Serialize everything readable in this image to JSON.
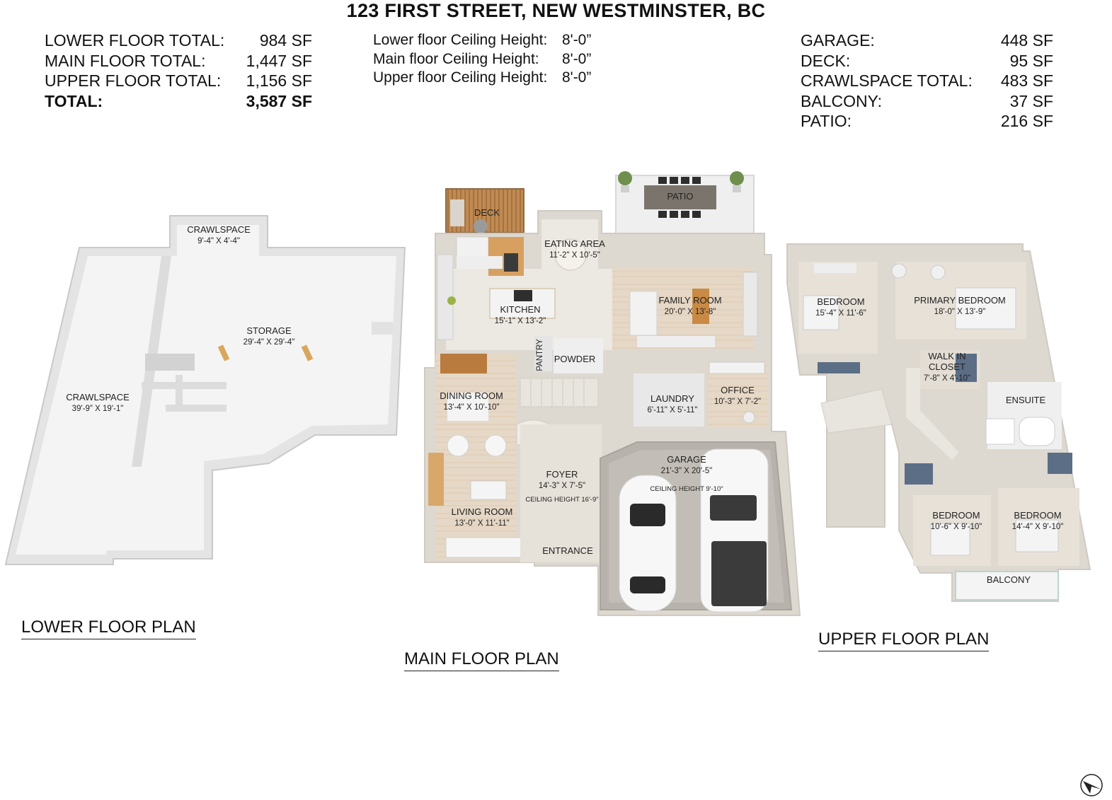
{
  "title": "123 FIRST STREET, NEW WESTMINSTER, BC",
  "floor_totals": [
    {
      "label": "LOWER FLOOR TOTAL:",
      "value": "984 SF",
      "bold": false
    },
    {
      "label": "MAIN FLOOR TOTAL:",
      "value": "1,447 SF",
      "bold": false
    },
    {
      "label": "UPPER FLOOR TOTAL:",
      "value": "1,156 SF",
      "bold": false
    },
    {
      "label": "TOTAL:",
      "value": "3,587 SF",
      "bold": true
    }
  ],
  "ceiling_heights": [
    {
      "label": "Lower floor Ceiling Height:",
      "value": "8'-0”"
    },
    {
      "label": "Main floor Ceiling Height:",
      "value": "8'-0”"
    },
    {
      "label": "Upper floor Ceiling Height:",
      "value": "8'-0”"
    }
  ],
  "other_areas": [
    {
      "label": "GARAGE:",
      "value": "448 SF"
    },
    {
      "label": "DECK:",
      "value": "95 SF"
    },
    {
      "label": "CRAWLSPACE TOTAL:",
      "value": "483 SF"
    },
    {
      "label": "BALCONY:",
      "value": "37 SF"
    },
    {
      "label": "PATIO:",
      "value": "216 SF"
    }
  ],
  "plan_titles": {
    "lower": "LOWER FLOOR PLAN",
    "main": "MAIN FLOOR PLAN",
    "upper": "UPPER FLOOR PLAN"
  },
  "rooms": {
    "lower": {
      "crawlspace_top": {
        "name": "CRAWLSPACE",
        "dim": "9'-4\" X 4'-4\""
      },
      "storage": {
        "name": "STORAGE",
        "dim": "29'-4\" X 29'-4\""
      },
      "crawlspace_left": {
        "name": "CRAWLSPACE",
        "dim": "39'-9\" X 19'-1\""
      }
    },
    "main": {
      "deck": {
        "name": "DECK"
      },
      "patio": {
        "name": "PATIO"
      },
      "eating_area": {
        "name": "EATING AREA",
        "dim": "11'-2\" X 10'-5\""
      },
      "kitchen": {
        "name": "KITCHEN",
        "dim": "15'-1\" X 13'-2\""
      },
      "family_room": {
        "name": "FAMILY ROOM",
        "dim": "20'-0\" X 13'-8\""
      },
      "pantry": {
        "name": "PANTRY"
      },
      "powder": {
        "name": "POWDER"
      },
      "dining_room": {
        "name": "DINING ROOM",
        "dim": "13'-4\" X 10'-10\""
      },
      "laundry": {
        "name": "LAUNDRY",
        "dim": "6'-11\" X 5'-11\""
      },
      "office": {
        "name": "OFFICE",
        "dim": "10'-3\" X 7'-2\""
      },
      "garage": {
        "name": "GARAGE",
        "dim": "21'-3\" X 20'-5\"",
        "ceiling": "CEILING HEIGHT 9'-10\""
      },
      "foyer": {
        "name": "FOYER",
        "dim": "14'-3\" X 7'-5\"",
        "ceiling": "CEILING HEIGHT 16'-9\""
      },
      "living_room": {
        "name": "LIVING ROOM",
        "dim": "13'-0\" X 11'-11\""
      },
      "entrance": {
        "name": "ENTRANCE"
      }
    },
    "upper": {
      "bedroom_1": {
        "name": "BEDROOM",
        "dim": "15'-4\" X 11'-6\""
      },
      "primary_bedroom": {
        "name": "PRIMARY BEDROOM",
        "dim": "18'-0\" X 13'-9\""
      },
      "walk_in_closet": {
        "name": "WALK IN CLOSET",
        "line1": "WALK IN",
        "line2": "CLOSET",
        "dim": "7'-8\" X 4'-10\""
      },
      "ensuite": {
        "name": "ENSUITE"
      },
      "bedroom_2": {
        "name": "BEDROOM",
        "dim": "10'-6\" X 9'-10\""
      },
      "bedroom_3": {
        "name": "BEDROOM",
        "dim": "14'-4\" X 9'-10\""
      },
      "balcony": {
        "name": "BALCONY"
      }
    }
  },
  "icons": {
    "compass": "north-arrow-icon"
  },
  "colors": {
    "wall": "#d6d6d6",
    "floor_lower": "#f3f3f3",
    "floor_wood": "#e4d5c3",
    "floor_tile": "#ece7df"
  }
}
